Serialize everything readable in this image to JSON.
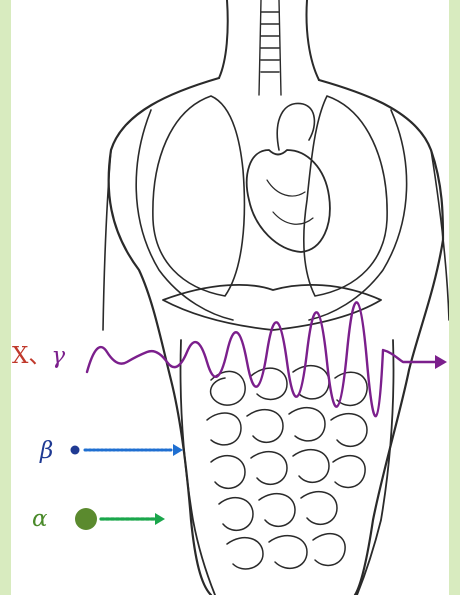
{
  "labels": {
    "xray_gamma": "X、γ",
    "xray_prefix": "X、",
    "gamma": "γ",
    "beta": "β",
    "alpha": "α"
  },
  "colors": {
    "side_bar": "#d8ebbf",
    "xray_label": "#c0392b",
    "gamma_wave": "#7b1f8c",
    "beta_label": "#1f3a93",
    "beta_particle": "#1f3a93",
    "beta_arrow": "#1f6fd1",
    "alpha_label": "#4a8a2a",
    "alpha_particle": "#5b8a2e",
    "alpha_arrow": "#1aa64b",
    "line_art": "#2a2a2a"
  },
  "icons": {
    "beta_particle": "small-filled-circle",
    "alpha_particle": "large-filled-circle",
    "anatomy": "human-torso-organs-illustration"
  }
}
